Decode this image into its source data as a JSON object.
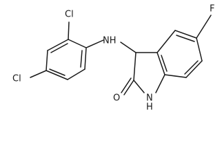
{
  "molecule": {
    "atoms": {
      "cl_top": "Cl",
      "cl_left": "Cl",
      "nh_amine": "NH",
      "fluorine": "F",
      "oxygen": "O",
      "nh_ring_n": "N",
      "nh_ring_h": "H"
    }
  }
}
